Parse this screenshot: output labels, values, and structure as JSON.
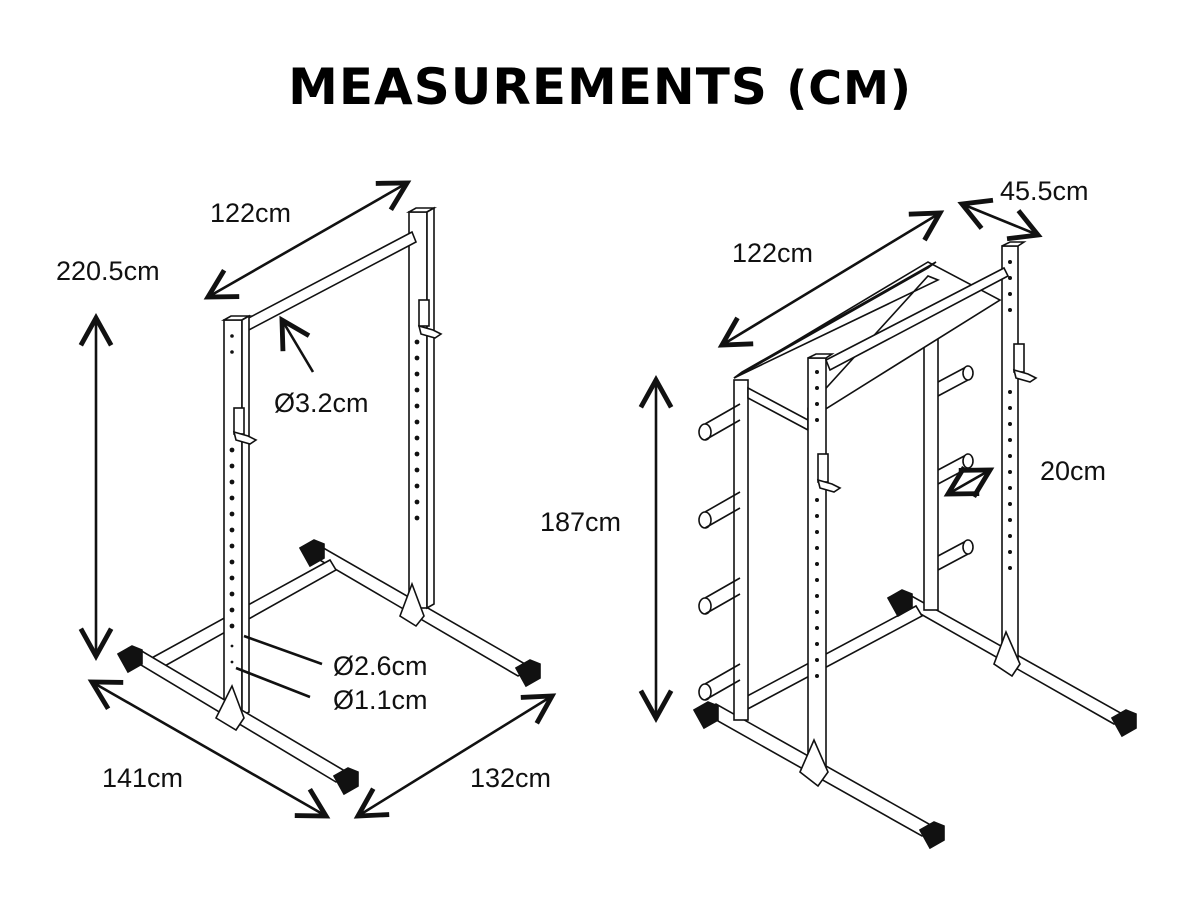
{
  "title": {
    "main": "MEASUREMENTS",
    "unit": "(CM)"
  },
  "half_rack": {
    "labels": {
      "top_width": "122cm",
      "height": "220.5cm",
      "bar_diameter": "Ø3.2cm",
      "large_hole_diameter": "Ø2.6cm",
      "small_hole_diameter": "Ø1.1cm",
      "base_length": "141cm",
      "base_width": "132cm"
    }
  },
  "power_rack": {
    "labels": {
      "top_width": "122cm",
      "depth": "45.5cm",
      "height": "187cm",
      "peg_spacing": "20cm"
    }
  },
  "colors": {
    "line": "#111111",
    "background": "#ffffff",
    "foot": "#111111"
  }
}
